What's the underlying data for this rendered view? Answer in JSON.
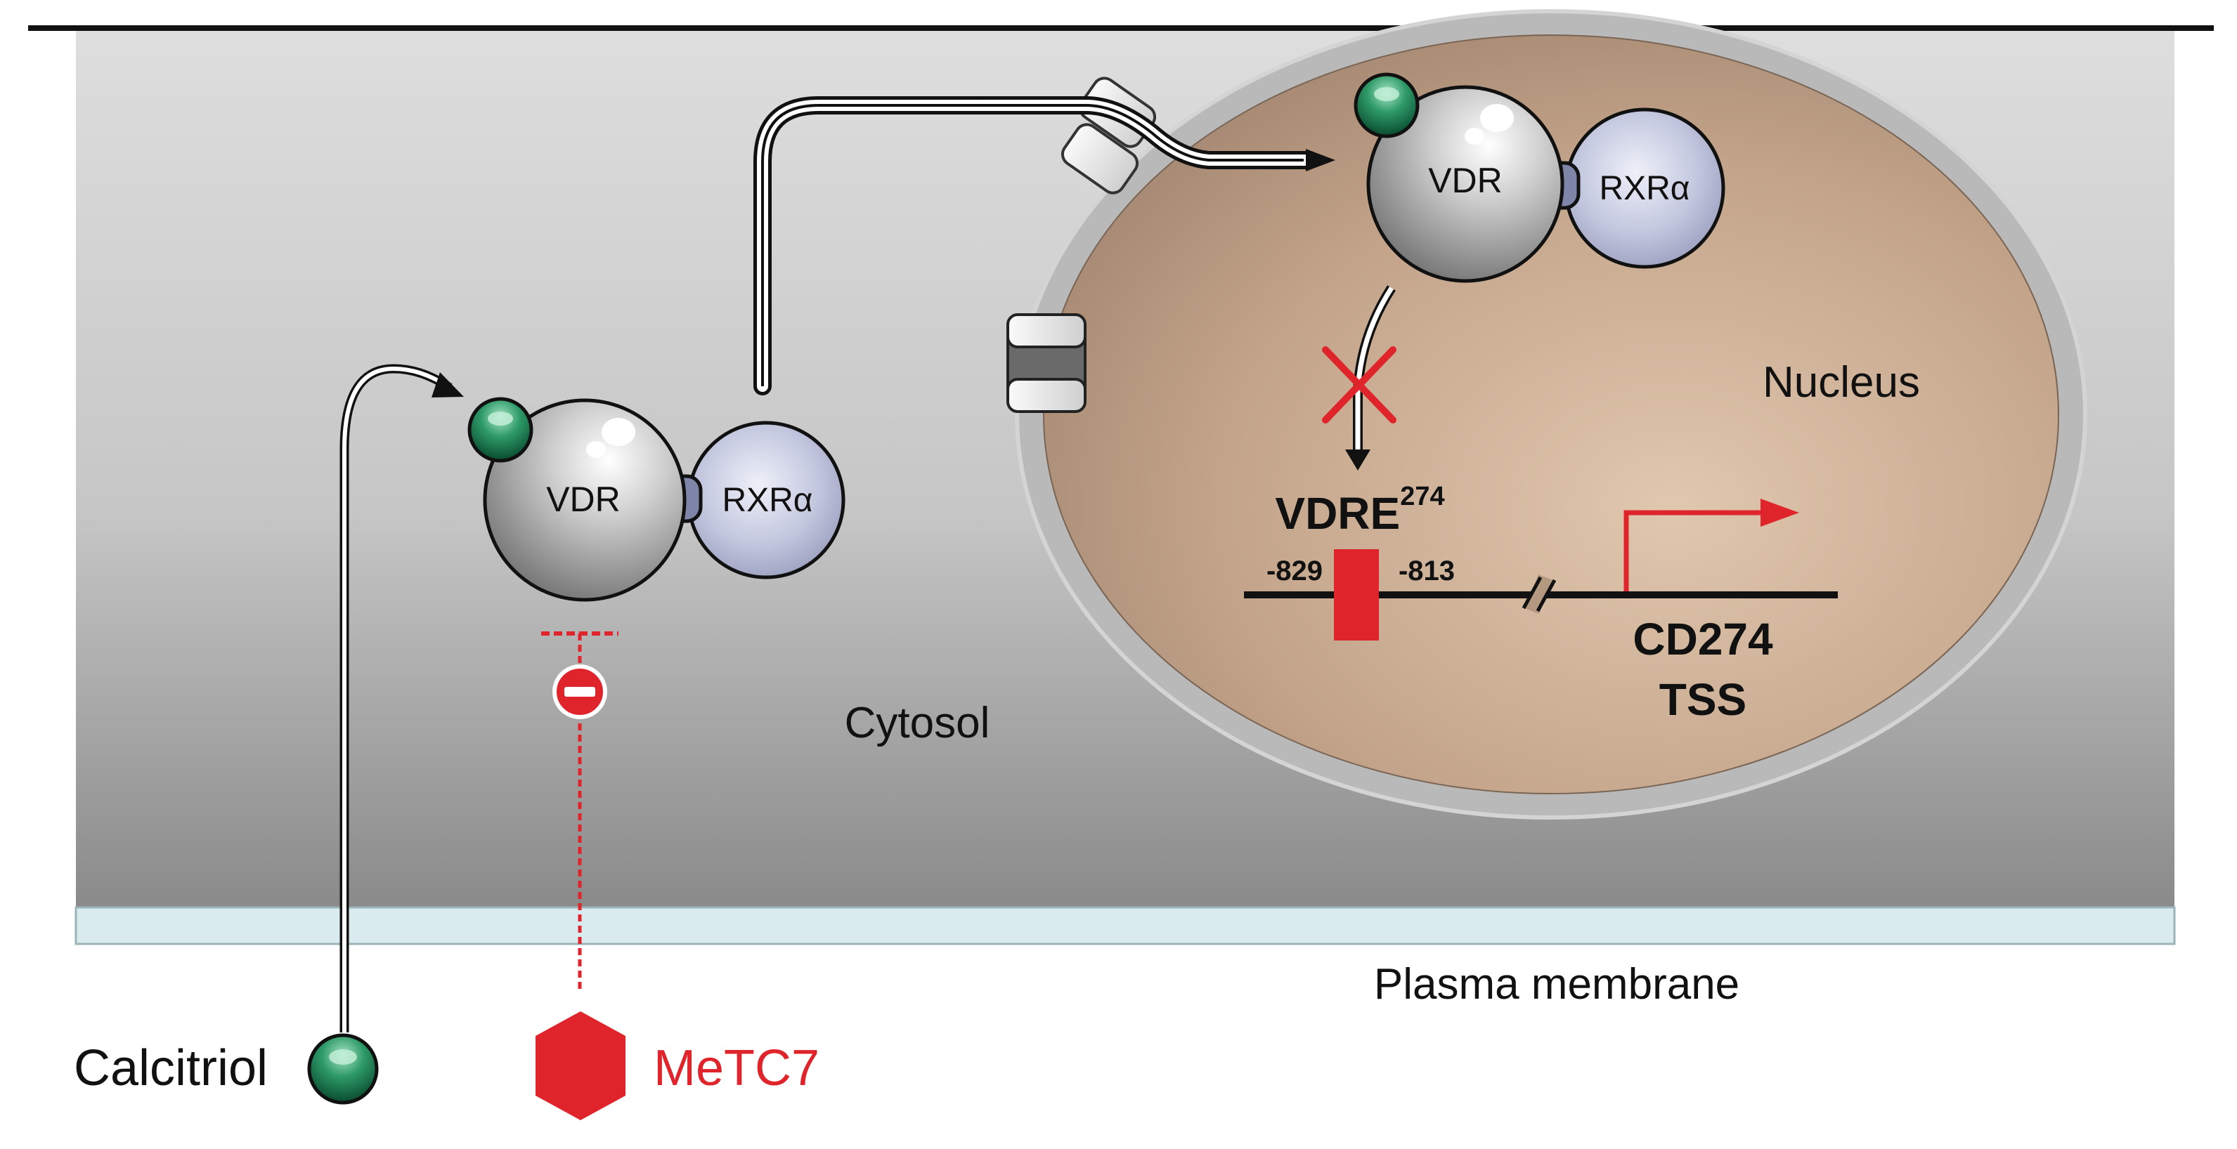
{
  "labels": {
    "nucleus": "Nucleus",
    "cytosol": "Cytosol",
    "plasma_membrane": "Plasma membrane",
    "calcitriol": "Calcitriol",
    "metc7": "MeTC7",
    "vdr": "VDR",
    "rxr": "RXRα",
    "vdre": "VDRE",
    "vdre_superscript": "274",
    "pos_start": "-829",
    "pos_end": "-813",
    "cd274": "CD274",
    "tss": "TSS"
  },
  "colors": {
    "cytosol_top": "#dcdcdc",
    "cytosol_bottom": "#8d8d8d",
    "membrane": "#d8eaee",
    "nucleus_outer": "#b8b8b8",
    "nucleus_inner_center": "#dcc1a6",
    "nucleus_inner_edge": "#a88770",
    "vdr_light": "#f2f2f2",
    "vdr_dark": "#6e6e6e",
    "rxr_light": "#dde0ef",
    "rxr_dark": "#8b90b3",
    "ligand_light": "#7fcfa6",
    "ligand_dark": "#0b5a38",
    "inhibitor_red": "#e0242c",
    "text_dark": "#111111"
  },
  "icons": {
    "ligand": "green-sphere-icon",
    "inhibitor": "red-hexagon-icon",
    "block": "red-x-icon",
    "minus": "minus-circle-icon",
    "pore": "nuclear-pore-icon"
  }
}
